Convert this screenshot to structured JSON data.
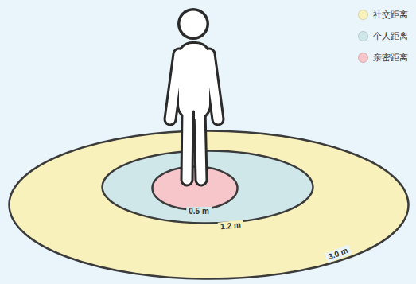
{
  "diagram": {
    "nodes": [
      {
        "text": [
          "3.0 m"
        ]
      },
      {
        "text": [
          "1.2 m"
        ],
        "in": 0
      },
      {
        "text": [
          "0.5 m"
        ],
        "in": 1
      }
    ],
    "legend": [
      {
        "text": "社交距离",
        "color": "#f8f1bb"
      },
      {
        "text": "个人距离",
        "color": "#cfe7e9"
      },
      {
        "text": "亲密距离",
        "color": "#f6c6cb"
      }
    ]
  }
}
